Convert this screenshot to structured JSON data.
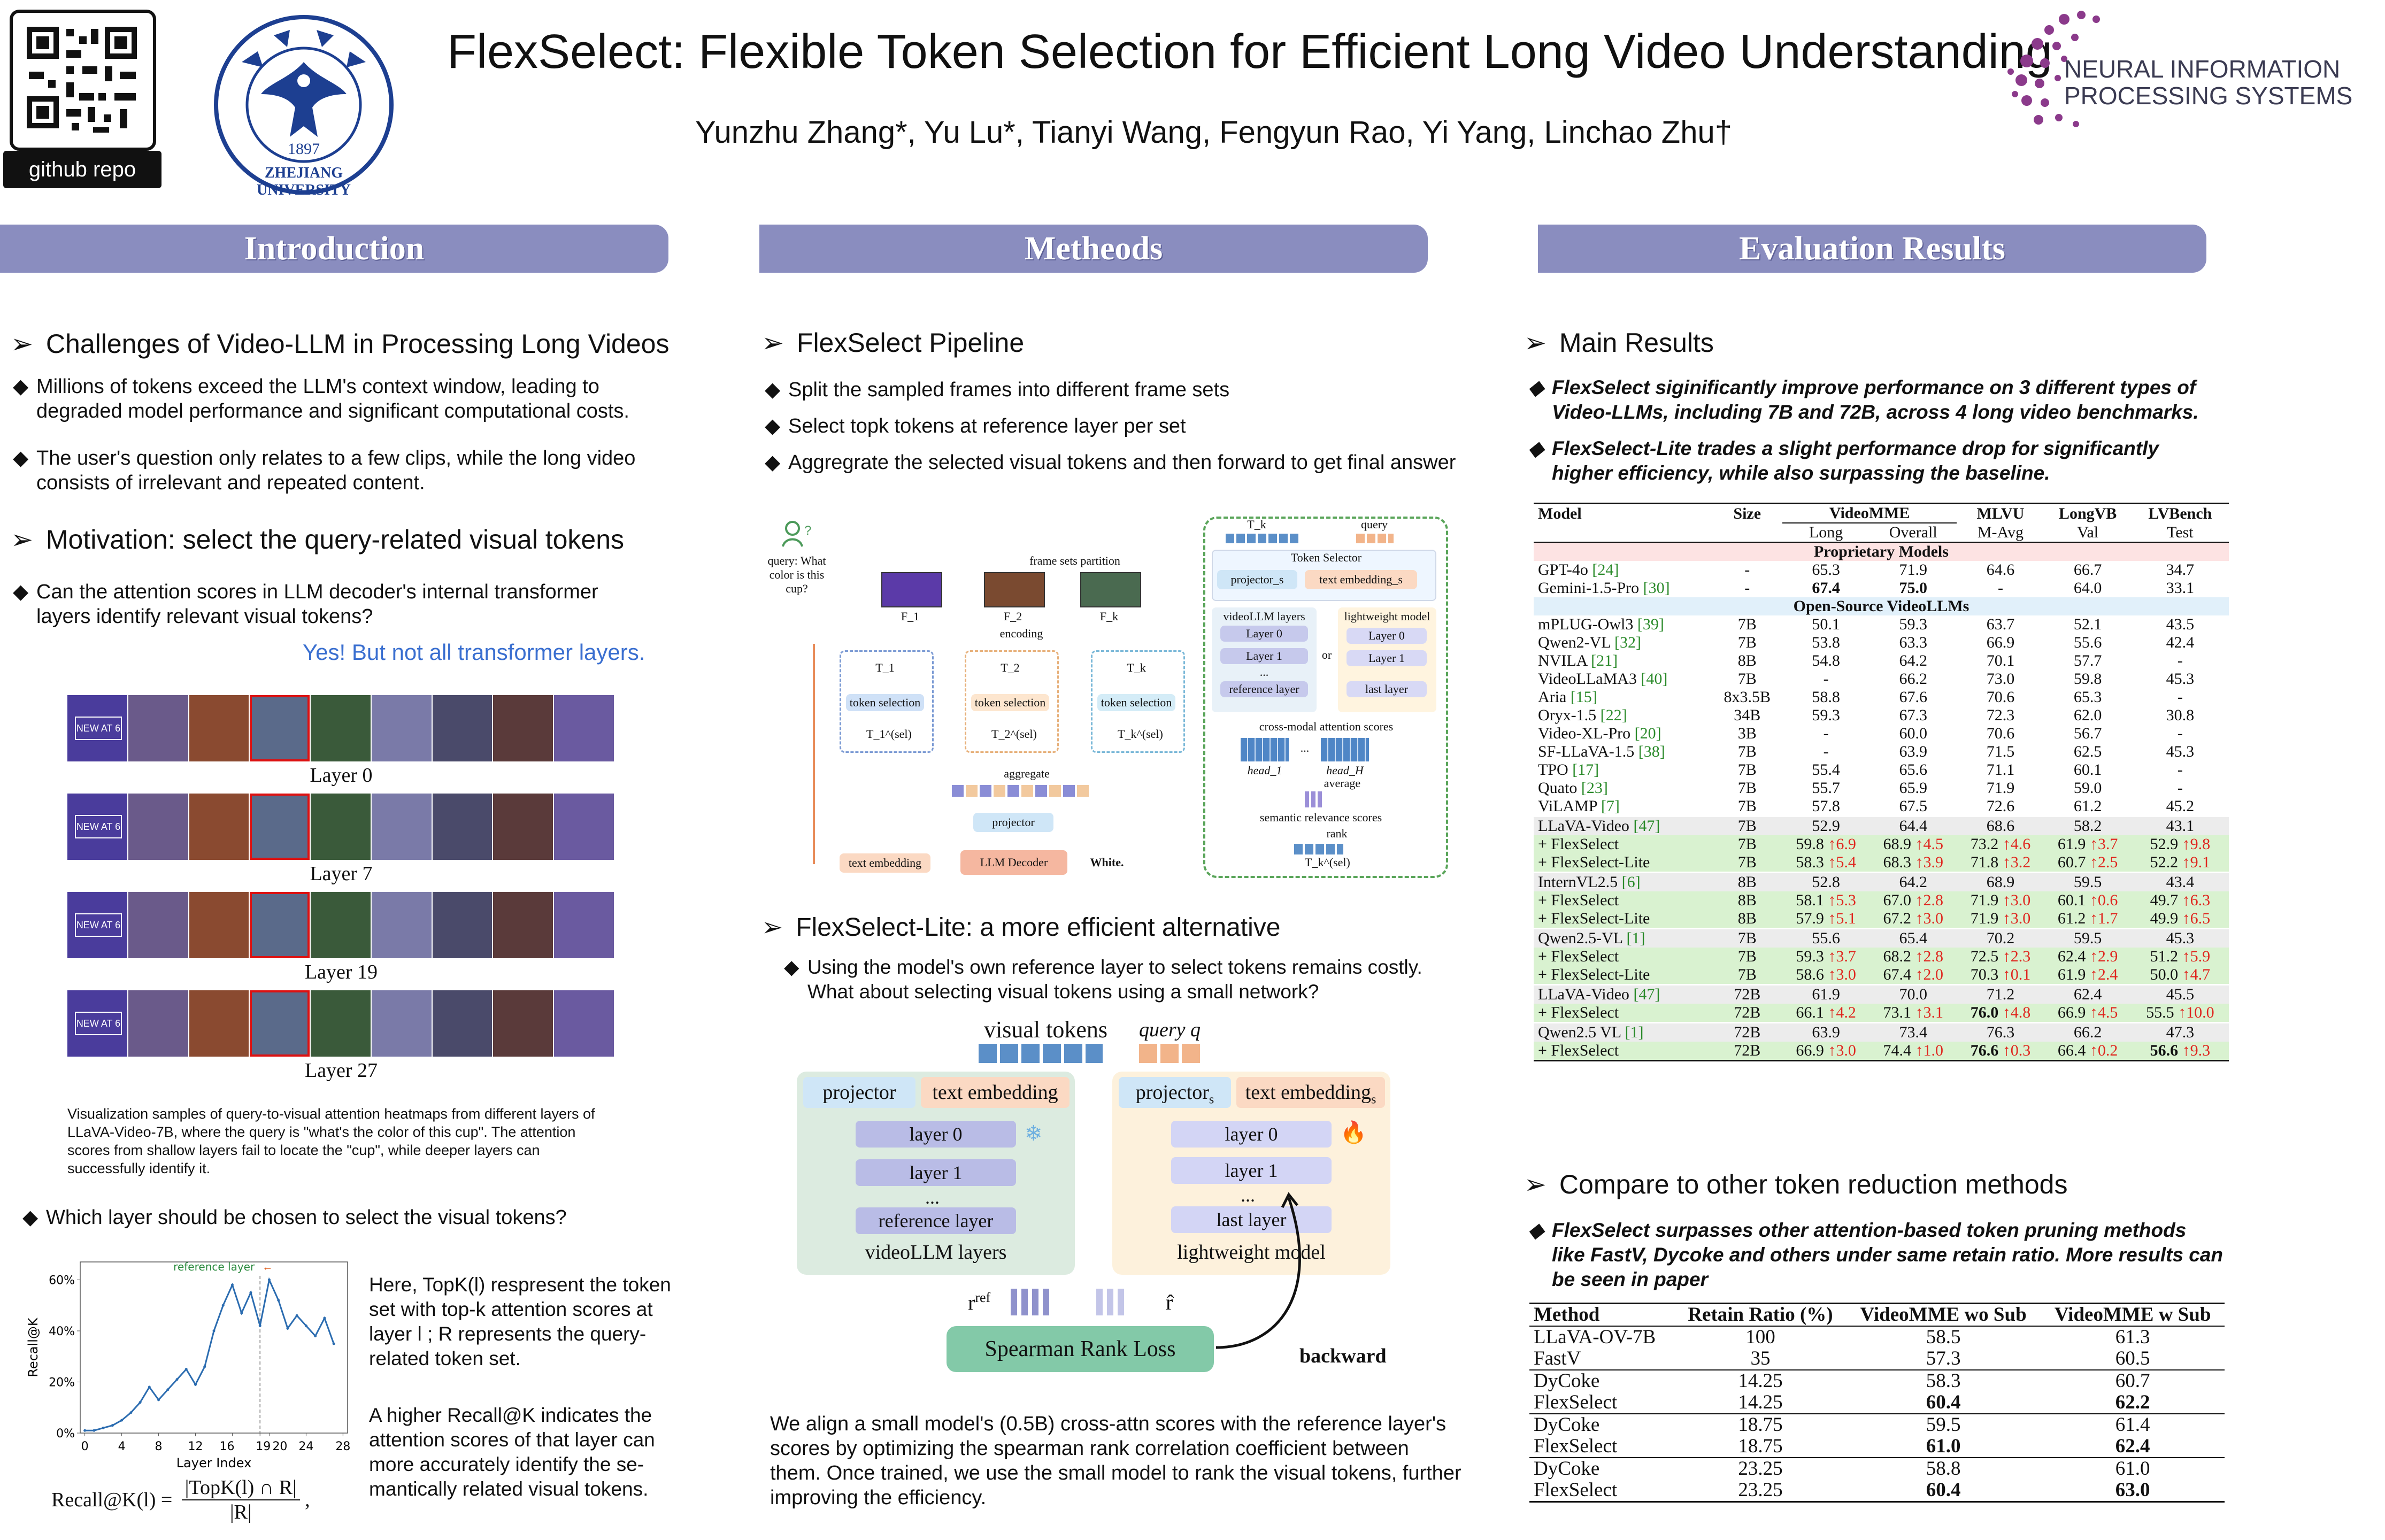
{
  "header": {
    "title": "FlexSelect: Flexible Token Selection for Efficient Long Video Understanding",
    "authors": "Yunzhu Zhang*, Yu Lu*, Tianyi Wang, Fengyun Rao, Yi Yang, Linchao Zhu†",
    "github_label": "github repo",
    "university_year": "1897",
    "university_name": "ZHEJIANG UNIVERSITY",
    "neurips_line1": "NEURAL INFORMATION",
    "neurips_line2": "PROCESSING SYSTEMS"
  },
  "intro": {
    "banner": "Introduction",
    "challenges_title": "Challenges of Video-LLM in Processing Long Videos",
    "bullet1": "Millions of tokens exceed the LLM's context window, leading to degraded model performance and significant computational costs.",
    "bullet2": "The user's question only relates to a few clips, while the long video consists of irrelevant and repeated content.",
    "motivation_title": "Motivation: select the query-related visual tokens",
    "bullet3": "Can the attention scores in LLM decoder's internal transformer layers identify relevant visual tokens?",
    "answer": "Yes! But not all transformer layers.",
    "strip_text": "NEW AT 6",
    "layers": [
      "Layer 0",
      "Layer 7",
      "Layer 19",
      "Layer 27"
    ],
    "caption": "Visualization samples of query-to-visual attention heatmaps from different layers of LLaVA-Video-7B, where the query is \"what's the color of this cup\". The attention scores from shallow layers fail to locate the \"cup\", while deeper layers can successfully identify it.",
    "which_layer": "Which layer should be chosen to select the visual tokens?",
    "topk_text": "Here, TopK(l) respresent the token set with top-k attention scores at layer l ; R represents the query-related token set.",
    "recall_text": "A higher Recall@K indicates the attention scores of that layer can more accurately identify the se-mantically related visual tokens.",
    "formula_lhs": "Recall@K(l) =",
    "formula_num": "|TopK(l) ∩ R|",
    "formula_den": "|R|",
    "formula_tail": ","
  },
  "chart_data": {
    "type": "line",
    "x": [
      0,
      1,
      2,
      3,
      4,
      5,
      6,
      7,
      8,
      9,
      10,
      11,
      12,
      13,
      14,
      15,
      16,
      17,
      18,
      19,
      20,
      21,
      22,
      23,
      24,
      25,
      26,
      27
    ],
    "values": [
      1,
      1,
      2,
      3,
      5,
      8,
      12,
      18,
      13,
      17,
      21,
      25,
      19,
      26,
      40,
      50,
      58,
      47,
      55,
      42,
      60,
      52,
      41,
      46,
      42,
      38,
      45,
      35
    ],
    "xlabel": "Layer Index",
    "ylabel": "Recall@K",
    "xticks": [
      "0",
      "4",
      "8",
      "12",
      "16",
      "19",
      "20",
      "24",
      "28"
    ],
    "xtick_vals": [
      0,
      4,
      8,
      12,
      16,
      19,
      20,
      24,
      28
    ],
    "yticks": [
      "0%",
      "20%",
      "40%",
      "60%"
    ],
    "ytick_vals": [
      0,
      20,
      40,
      60
    ],
    "ylim": [
      0,
      67
    ],
    "xlim": [
      -0.5,
      28.5
    ],
    "annotation": "reference layer",
    "reference_x": 19,
    "series_color": "#2b6cb0"
  },
  "methods": {
    "banner": "Metheods",
    "pipeline_title": "FlexSelect Pipeline",
    "p1": "Split the sampled frames into different frame sets",
    "p2": "Select topk tokens at reference layer per set",
    "p3": "Aggregrate the selected visual tokens and then forward to get final answer",
    "diagram": {
      "query": "query: What color is this cup?",
      "frame_sets_partition": "frame sets partition",
      "encoding": "encoding",
      "token_selection": "token selection",
      "aggregate": "aggregate",
      "projector": "projector",
      "text_embedding": "text embedding",
      "llm_decoder": "LLM Decoder",
      "answer": "White.",
      "selector_title": "Token Selector",
      "projector_s": "projector_s",
      "text_embedding_s": "text embedding_s",
      "videollm_layers": "videoLLM layers",
      "lightweight_model": "lightweight model",
      "layer0": "Layer 0",
      "layer1": "Layer 1",
      "reference_layer": "reference layer",
      "last_layer": "last layer",
      "or": "or",
      "cross_modal": "cross-modal attention scores",
      "head1": "head_1",
      "headH": "head_H",
      "average": "average",
      "semantic_scores": "semantic relevance scores",
      "rank": "rank",
      "tk_sel": "T_k^(sel)",
      "query_label": "query",
      "tk": "T_k",
      "f1": "F_1",
      "f2": "F_2",
      "fk": "F_k",
      "t1": "T_1",
      "t2": "T_2",
      "t1sel": "T_1^(sel)",
      "t2sel": "T_2^(sel)",
      "ellipsis": "..."
    },
    "lite_title": "FlexSelect-Lite: a more efficient alternative",
    "lite_bullet": "Using the model's own reference layer to select tokens remains costly. What about selecting visual tokens using a small network?",
    "lite_diagram": {
      "visual_tokens": "visual tokens",
      "query_q": "query q",
      "projector": "projector",
      "text_embedding": "text embedding",
      "projector_s": "projector",
      "text_embedding_s": "text embedding",
      "sub_s": "s",
      "layer0": "layer 0",
      "layer1": "layer 1",
      "dots": "...",
      "reference_layer": "reference layer",
      "last_layer": "last layer",
      "videollm_layers": "videoLLM layers",
      "lightweight_model": "lightweight model",
      "r_ref": "r",
      "r_ref_sup": "ref",
      "r_hat": "r̂",
      "loss": "Spearman Rank Loss",
      "backward": "backward",
      "snow": "❄",
      "fire": "🔥"
    },
    "align_text": "We align a small model's (0.5B) cross-attn scores  with the reference layer's scores by optimizing the spearman rank correlation coefficient between them. Once trained, we use the  small model to rank the visual tokens, further improving the efficiency."
  },
  "eval": {
    "banner": "Evaluation Results",
    "main_title": "Main Results",
    "b1": "FlexSelect siginificantly improve performance on 3 different types of Video-LLMs, including 7B and 72B, across 4 long video benchmarks.",
    "b2": "FlexSelect-Lite trades a slight performance drop for significantly higher efficiency, while also surpassing the baseline.",
    "table_header": [
      "Model",
      "Size",
      "VideoMME",
      "",
      "MLVU",
      "LongVB",
      "LVBench"
    ],
    "table_sub": [
      "",
      "",
      "Long",
      "Overall",
      "M-Avg",
      "Val",
      "Test"
    ],
    "prop_label": "Proprietary Models",
    "open_label": "Open-Source VideoLLMs",
    "prop_rows": [
      [
        "GPT-4o",
        "24",
        "-",
        "65.3",
        "71.9",
        "64.6",
        "66.7",
        "34.7"
      ],
      [
        "Gemini-1.5-Pro",
        "30",
        "-",
        "67.4",
        "75.0",
        "-",
        "64.0",
        "33.1"
      ]
    ],
    "open_rows": [
      [
        "mPLUG-Owl3",
        "39",
        "7B",
        "50.1",
        "59.3",
        "63.7",
        "52.1",
        "43.5"
      ],
      [
        "Qwen2-VL",
        "32",
        "7B",
        "53.8",
        "63.3",
        "66.9",
        "55.6",
        "42.4"
      ],
      [
        "NVILA",
        "21",
        "8B",
        "54.8",
        "64.2",
        "70.1",
        "57.7",
        "-"
      ],
      [
        "VideoLLaMA3",
        "40",
        "7B",
        "-",
        "66.2",
        "73.0",
        "59.8",
        "45.3"
      ],
      [
        "Aria",
        "15",
        "8x3.5B",
        "58.8",
        "67.6",
        "70.6",
        "65.3",
        "-"
      ],
      [
        "Oryx-1.5",
        "22",
        "34B",
        "59.3",
        "67.3",
        "72.3",
        "62.0",
        "30.8"
      ],
      [
        "Video-XL-Pro",
        "20",
        "3B",
        "-",
        "60.0",
        "70.6",
        "56.7",
        "-"
      ],
      [
        "SF-LLaVA-1.5",
        "38",
        "7B",
        "-",
        "63.9",
        "71.5",
        "62.5",
        "45.3"
      ],
      [
        "TPO",
        "17",
        "7B",
        "55.4",
        "65.6",
        "71.1",
        "60.1",
        "-"
      ],
      [
        "Quato",
        "23",
        "7B",
        "55.7",
        "65.9",
        "71.9",
        "59.0",
        "-"
      ],
      [
        "ViLAMP",
        "7",
        "7B",
        "57.8",
        "67.5",
        "72.6",
        "61.2",
        "45.2"
      ]
    ],
    "groups": [
      {
        "rows": [
          {
            "name": "LLaVA-Video",
            "ref": "47",
            "size": "7B",
            "vals": [
              "52.9",
              "64.4",
              "68.6",
              "58.2",
              "43.1"
            ],
            "ups": [
              "",
              "",
              "",
              "",
              ""
            ],
            "hl": false
          },
          {
            "name": "+ FlexSelect",
            "ref": "",
            "size": "7B",
            "vals": [
              "59.8",
              "68.9",
              "73.2",
              "61.9",
              "52.9"
            ],
            "ups": [
              "↑6.9",
              "↑4.5",
              "↑4.6",
              "↑3.7",
              "↑9.8"
            ],
            "hl": true
          },
          {
            "name": "+ FlexSelect-Lite",
            "ref": "",
            "size": "7B",
            "vals": [
              "58.3",
              "68.3",
              "71.8",
              "60.7",
              "52.2"
            ],
            "ups": [
              "↑5.4",
              "↑3.9",
              "↑3.2",
              "↑2.5",
              "↑9.1"
            ],
            "hl": true
          }
        ]
      },
      {
        "rows": [
          {
            "name": "InternVL2.5",
            "ref": "6",
            "size": "8B",
            "vals": [
              "52.8",
              "64.2",
              "68.9",
              "59.5",
              "43.4"
            ],
            "ups": [
              "",
              "",
              "",
              "",
              ""
            ],
            "hl": false
          },
          {
            "name": "+ FlexSelect",
            "ref": "",
            "size": "8B",
            "vals": [
              "58.1",
              "67.0",
              "71.9",
              "60.1",
              "49.7"
            ],
            "ups": [
              "↑5.3",
              "↑2.8",
              "↑3.0",
              "↑0.6",
              "↑6.3"
            ],
            "hl": true
          },
          {
            "name": "+ FlexSelect-Lite",
            "ref": "",
            "size": "8B",
            "vals": [
              "57.9",
              "67.2",
              "71.9",
              "61.2",
              "49.9"
            ],
            "ups": [
              "↑5.1",
              "↑3.0",
              "↑3.0",
              "↑1.7",
              "↑6.5"
            ],
            "hl": true
          }
        ]
      },
      {
        "rows": [
          {
            "name": "Qwen2.5-VL",
            "ref": "1",
            "size": "7B",
            "vals": [
              "55.6",
              "65.4",
              "70.2",
              "59.5",
              "45.3"
            ],
            "ups": [
              "",
              "",
              "",
              "",
              ""
            ],
            "hl": false
          },
          {
            "name": "+ FlexSelect",
            "ref": "",
            "size": "7B",
            "vals": [
              "59.3",
              "68.2",
              "72.5",
              "62.4",
              "51.2"
            ],
            "ups": [
              "↑3.7",
              "↑2.8",
              "↑2.3",
              "↑2.9",
              "↑5.9"
            ],
            "hl": true
          },
          {
            "name": "+ FlexSelect-Lite",
            "ref": "",
            "size": "7B",
            "vals": [
              "58.6",
              "67.4",
              "70.3",
              "61.9",
              "50.0"
            ],
            "ups": [
              "↑3.0",
              "↑2.0",
              "↑0.1",
              "↑2.4",
              "↑4.7"
            ],
            "hl": true
          }
        ]
      },
      {
        "rows": [
          {
            "name": "LLaVA-Video",
            "ref": "47",
            "size": "72B",
            "vals": [
              "61.9",
              "70.0",
              "71.2",
              "62.4",
              "45.5"
            ],
            "ups": [
              "",
              "",
              "",
              "",
              ""
            ],
            "hl": false
          },
          {
            "name": "+ FlexSelect",
            "ref": "",
            "size": "72B",
            "vals": [
              "66.1",
              "73.1",
              "76.0",
              "66.9",
              "55.5"
            ],
            "ups": [
              "↑4.2",
              "↑3.1",
              "↑4.8",
              "↑4.5",
              "↑10.0"
            ],
            "hl": true
          }
        ]
      },
      {
        "rows": [
          {
            "name": "Qwen2.5 VL",
            "ref": "1",
            "size": "72B",
            "vals": [
              "63.9",
              "73.4",
              "76.3",
              "66.2",
              "47.3"
            ],
            "ups": [
              "",
              "",
              "",
              "",
              ""
            ],
            "hl": false
          },
          {
            "name": "+ FlexSelect",
            "ref": "",
            "size": "72B",
            "vals": [
              "66.9",
              "74.4",
              "76.6",
              "66.4",
              "56.6"
            ],
            "ups": [
              "↑3.0",
              "↑1.0",
              "↑0.3",
              "↑0.2",
              "↑9.3"
            ],
            "hl": true
          }
        ]
      }
    ],
    "compare_title": "Compare to other token reduction methods",
    "b3": "FlexSelect surpasses other attention-based token pruning methods like FastV, Dycoke and others under same retain ratio. More results can be seen in paper",
    "cmp_header": [
      "Method",
      "Retain Ratio (%)",
      "VideoMME wo Sub",
      "VideoMME w Sub"
    ],
    "cmp_groups": [
      [
        [
          "LLaVA-OV-7B",
          "100",
          "58.5",
          "61.3"
        ],
        [
          "FastV",
          "35",
          "57.3",
          "60.5"
        ]
      ],
      [
        [
          "DyCoke",
          "14.25",
          "58.3",
          "60.7"
        ],
        [
          "FlexSelect",
          "14.25",
          "60.4",
          "62.2"
        ]
      ],
      [
        [
          "DyCoke",
          "18.75",
          "59.5",
          "61.4"
        ],
        [
          "FlexSelect",
          "18.75",
          "61.0",
          "62.4"
        ]
      ],
      [
        [
          "DyCoke",
          "23.25",
          "58.8",
          "61.0"
        ],
        [
          "FlexSelect",
          "23.25",
          "60.4",
          "63.0"
        ]
      ]
    ]
  }
}
